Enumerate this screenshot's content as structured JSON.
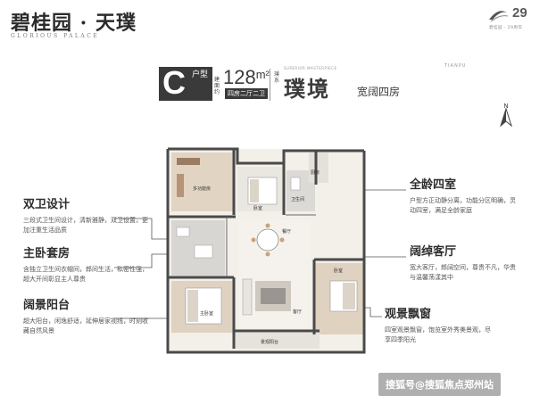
{
  "brand": {
    "name": "碧桂园 · 天璞",
    "subtitle": "GLORIOUS PALACE",
    "anniversary": "29",
    "logo_caption": "碧桂园 · 29周年"
  },
  "unit": {
    "letter": "C",
    "type_label": "户型",
    "area_prefix": "建面约",
    "area_value": "128",
    "area_unit": "m²",
    "layout": "四房二厅二卫",
    "series_label": "璞系",
    "name_en": "SUPERIOR MASTERPIECE",
    "name_cn": "璞境",
    "tagline": "宽阔四房",
    "project_en": "TIANPU"
  },
  "compass_label": "N",
  "features_left": [
    {
      "title": "双卫设计",
      "desc": "三段式卫生间设计，清新雅静，双卫设置，更加注重生活品质"
    },
    {
      "title": "主卧套房",
      "desc": "含独立卫生间衣帽间，郎间生活，私密性强，超大开间彰显主人尊贵"
    },
    {
      "title": "阔景阳台",
      "desc": "超大阳台，闲逸舒适，延伸居家视线，时刻收藏自然风景"
    }
  ],
  "features_right": [
    {
      "title": "全龄四室",
      "desc": "户型方正动静分离，功能分区明确，灵动四室，满足全龄家庭"
    },
    {
      "title": "阔绰客厅",
      "desc": "宽大客厅，郎阔空间，尊贵不凡，华贵与温馨荡漾其中"
    },
    {
      "title": "观景飘窗",
      "desc": "四室观景飘窗，饱览室外秀美景观，尽享四季阳光"
    }
  ],
  "rooms": {
    "study": "多功能房",
    "bedroom_n": "卧室",
    "bath_n": "卫生间",
    "kitchen": "厨房",
    "dining": "餐厅",
    "master": "主卧室",
    "living": "客厅",
    "bedroom_e": "卧室",
    "balcony": "景观阳台"
  },
  "watermark": "搜狐号@搜狐焦点郑州站",
  "colors": {
    "dark": "#3a3a3a",
    "wall": "#4a4a4a",
    "wood": "#c8a98a",
    "floor": "#ece6df",
    "callout_line": "#555555"
  }
}
